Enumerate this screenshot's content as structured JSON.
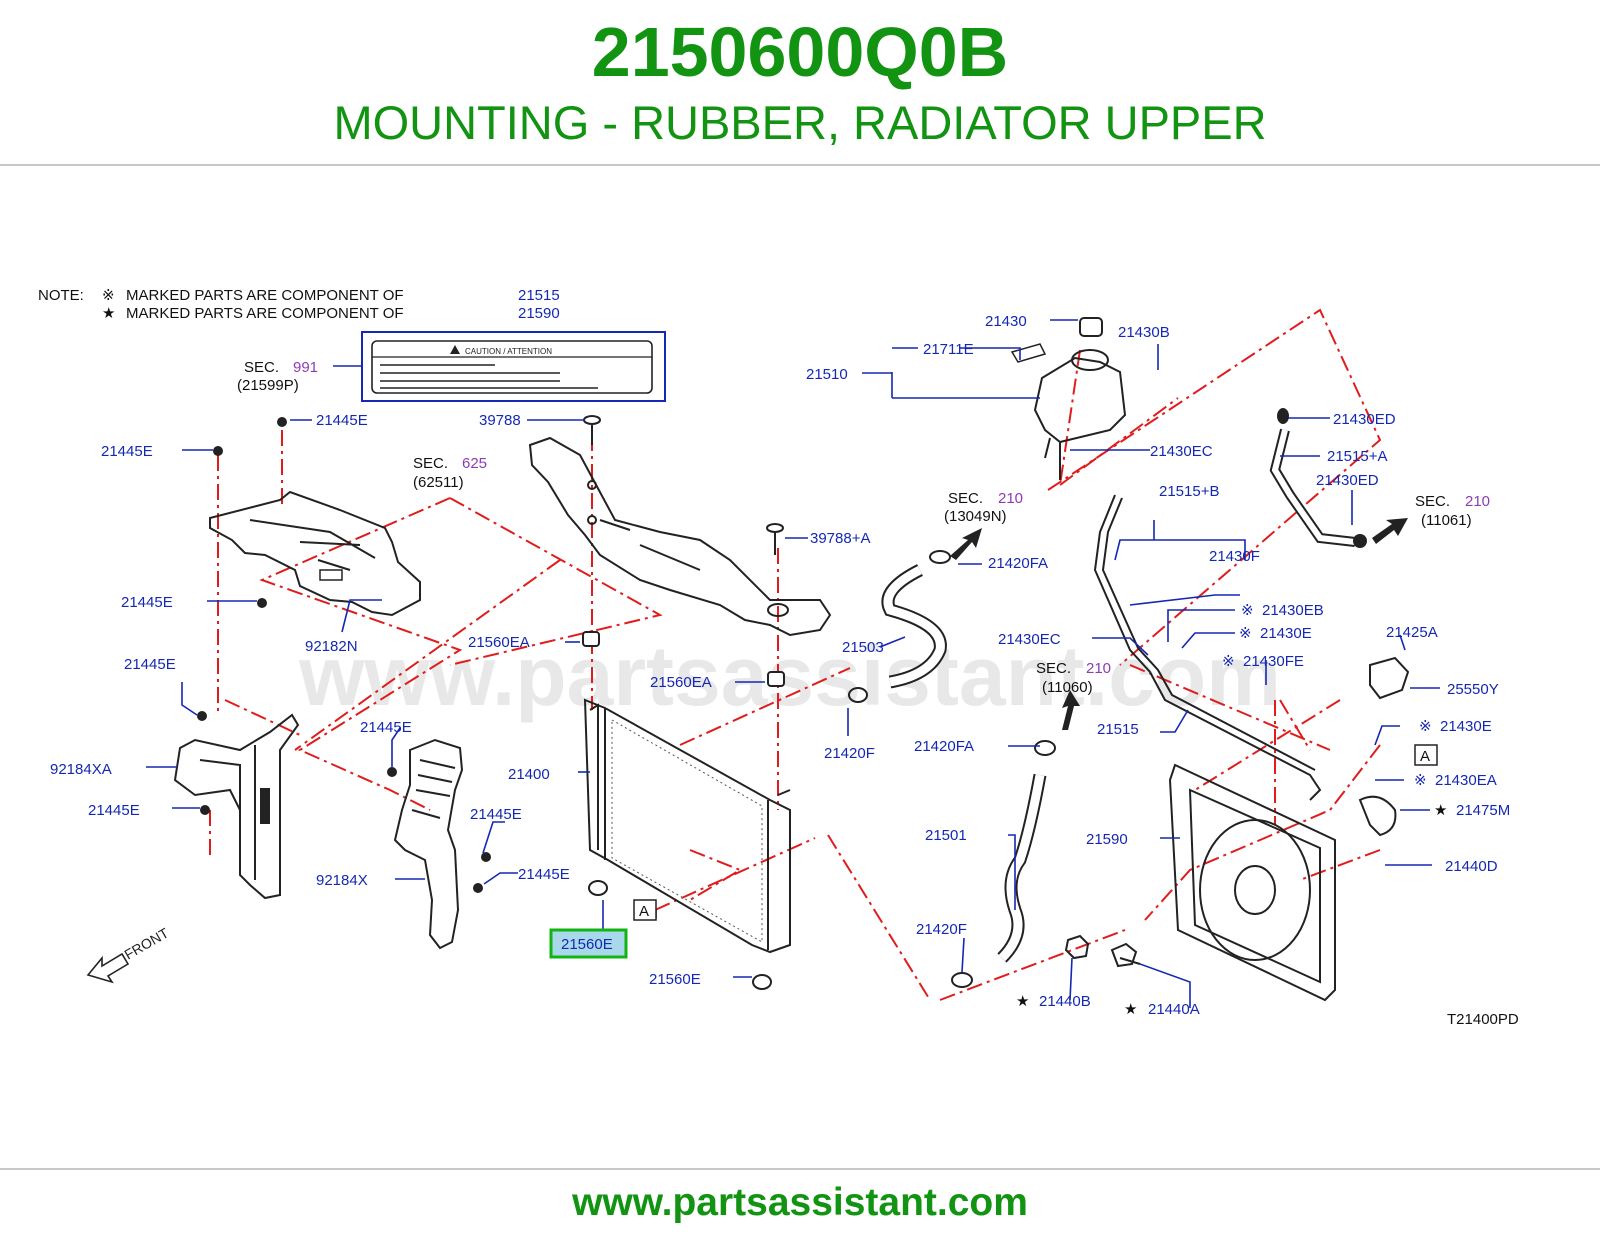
{
  "header": {
    "part_number": "2150600Q0B",
    "part_name": "MOUNTING - RUBBER, RADIATOR UPPER"
  },
  "footer": {
    "url": "www.partsassistant.com"
  },
  "watermark": "www.partsassistant.com",
  "diagram_code": "T21400PD",
  "notes": {
    "prefix": "NOTE:",
    "line1": {
      "symbol": "※",
      "text": "MARKED  PARTS  ARE  COMPONENT  OF",
      "ref": "21515"
    },
    "line2": {
      "symbol": "★",
      "text": "MARKED  PARTS  ARE  COMPONENT  OF",
      "ref": "21590"
    }
  },
  "caution_label": {
    "text": "CAUTION  /  ATTENTION"
  },
  "front_label": "FRONT",
  "sections": [
    {
      "key": "s991",
      "prefix": "SEC.",
      "num": "991",
      "sub": "(21599P)"
    },
    {
      "key": "s625",
      "prefix": "SEC.",
      "num": "625",
      "sub": "(62511)"
    },
    {
      "key": "s210a",
      "prefix": "SEC.",
      "num": "210",
      "sub": "(13049N)"
    },
    {
      "key": "s210b",
      "prefix": "SEC.",
      "num": "210",
      "sub": "(11060)"
    },
    {
      "key": "s210c",
      "prefix": "SEC.",
      "num": "210",
      "sub": "(11061)"
    }
  ],
  "callouts": [
    {
      "key": "c21445e_1",
      "text": "21445E"
    },
    {
      "key": "c21445e_2",
      "text": "21445E"
    },
    {
      "key": "c21445e_3",
      "text": "21445E"
    },
    {
      "key": "c21445e_4",
      "text": "21445E"
    },
    {
      "key": "c21445e_5",
      "text": "21445E"
    },
    {
      "key": "c21445e_6",
      "text": "21445E"
    },
    {
      "key": "c21445e_7",
      "text": "21445E"
    },
    {
      "key": "c21445e_8",
      "text": "21445E"
    },
    {
      "key": "c92182n",
      "text": "92182N"
    },
    {
      "key": "c92184xa",
      "text": "92184XA"
    },
    {
      "key": "c92184x",
      "text": "92184X"
    },
    {
      "key": "c39788",
      "text": "39788"
    },
    {
      "key": "c39788a",
      "text": "39788+A"
    },
    {
      "key": "c21560ea_1",
      "text": "21560EA"
    },
    {
      "key": "c21560ea_2",
      "text": "21560EA"
    },
    {
      "key": "c21400",
      "text": "21400"
    },
    {
      "key": "c21560e_hl",
      "text": "21560E"
    },
    {
      "key": "c21560e",
      "text": "21560E"
    },
    {
      "key": "c21430",
      "text": "21430"
    },
    {
      "key": "c21430b",
      "text": "21430B"
    },
    {
      "key": "c21711e",
      "text": "21711E"
    },
    {
      "key": "c21510",
      "text": "21510"
    },
    {
      "key": "c21430ec_1",
      "text": "21430EC"
    },
    {
      "key": "c21430ed_1",
      "text": "21430ED"
    },
    {
      "key": "c21515a",
      "text": "21515+A"
    },
    {
      "key": "c21430ed_2",
      "text": "21430ED"
    },
    {
      "key": "c21515b",
      "text": "21515+B"
    },
    {
      "key": "c21430f",
      "text": "21430F"
    },
    {
      "key": "c21420fa_1",
      "text": "21420FA"
    },
    {
      "key": "c21503",
      "text": "21503"
    },
    {
      "key": "c21420f_1",
      "text": "21420F"
    },
    {
      "key": "c21430eb",
      "text": "21430EB"
    },
    {
      "key": "c21430e_1",
      "text": "21430E"
    },
    {
      "key": "c21430ec_2",
      "text": "21430EC"
    },
    {
      "key": "c21430fe",
      "text": "21430FE"
    },
    {
      "key": "c21425a",
      "text": "21425A"
    },
    {
      "key": "c25550y",
      "text": "25550Y"
    },
    {
      "key": "c21515",
      "text": "21515"
    },
    {
      "key": "c21420fa_2",
      "text": "21420FA"
    },
    {
      "key": "c21430e_2",
      "text": "21430E"
    },
    {
      "key": "c21430ea",
      "text": "21430EA"
    },
    {
      "key": "c21475m",
      "text": "21475M"
    },
    {
      "key": "c21501",
      "text": "21501"
    },
    {
      "key": "c21590",
      "text": "21590"
    },
    {
      "key": "c21440d",
      "text": "21440D"
    },
    {
      "key": "c21420f_2",
      "text": "21420F"
    },
    {
      "key": "c21440b",
      "text": "21440B"
    },
    {
      "key": "c21440a",
      "text": "21440A"
    },
    {
      "key": "cA_1",
      "text": "A"
    },
    {
      "key": "cA_2",
      "text": "A"
    }
  ],
  "symbols": {
    "ref_mark": "※",
    "star": "★"
  },
  "colors": {
    "brand_green": "#129412",
    "callout_blue": "#1428b4",
    "section_purple": "#8c3cb4",
    "leader_red": "#e01c1c",
    "highlight_bg": "#a8d8ea",
    "highlight_border": "#12b412"
  }
}
